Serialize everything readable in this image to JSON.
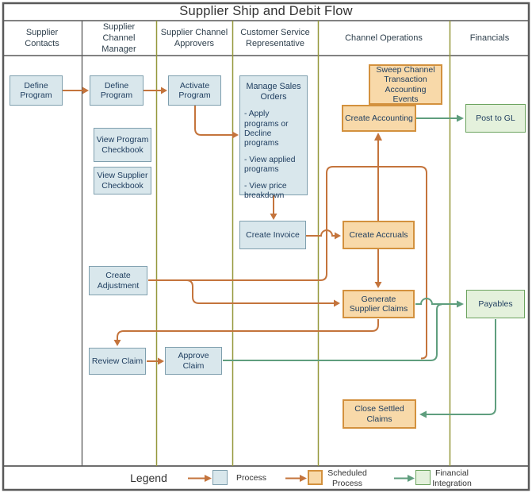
{
  "title": "Supplier Ship and Debit Flow",
  "lanes": [
    {
      "label": "Supplier Contacts"
    },
    {
      "label": "Supplier Channel Manager"
    },
    {
      "label": "Supplier Channel Approvers"
    },
    {
      "label": "Customer Service Representative"
    },
    {
      "label": "Channel Operations"
    },
    {
      "label": "Financials"
    }
  ],
  "nodes": {
    "define_program_contacts": {
      "label": "Define Program",
      "type": "process"
    },
    "define_program_manager": {
      "label": "Define Program",
      "type": "process"
    },
    "activate_program": {
      "label": "Activate Program",
      "type": "process"
    },
    "manage_sales_orders": {
      "title": "Manage Sales Orders",
      "bullets": [
        "- Apply programs or Decline programs",
        "- View applied programs",
        "- View price breakdown"
      ],
      "type": "process"
    },
    "view_program_checkbook": {
      "label": "View Program Checkbook",
      "type": "process"
    },
    "view_supplier_checkbook": {
      "label": "View Supplier Checkbook",
      "type": "process"
    },
    "create_invoice": {
      "label": "Create Invoice",
      "type": "process"
    },
    "create_adjustment": {
      "label": "Create Adjustment",
      "type": "process"
    },
    "review_claim": {
      "label": "Review Claim",
      "type": "process"
    },
    "approve_claim": {
      "label": "Approve Claim",
      "type": "process"
    },
    "sweep_channel_events": {
      "label": "Sweep Channel Transaction Accounting Events",
      "type": "scheduled"
    },
    "create_accounting": {
      "label": "Create Accounting",
      "type": "scheduled"
    },
    "create_accruals": {
      "label": "Create Accruals",
      "type": "scheduled"
    },
    "generate_supplier_claims": {
      "label": "Generate Supplier Claims",
      "type": "scheduled"
    },
    "close_settled_claims": {
      "label": "Close Settled Claims",
      "type": "scheduled"
    },
    "post_to_gl": {
      "label": "Post to GL",
      "type": "financial"
    },
    "payables": {
      "label": "Payables",
      "type": "financial"
    }
  },
  "legend": {
    "title": "Legend",
    "items": [
      {
        "label": "Process",
        "type": "process"
      },
      {
        "label": "Scheduled Process",
        "type": "scheduled"
      },
      {
        "label": "Financial Integration",
        "type": "financial"
      }
    ]
  },
  "colors": {
    "process_fill": "#d9e7ec",
    "process_border": "#7f9fae",
    "scheduled_fill": "#f8d9a9",
    "scheduled_border": "#d3913e",
    "financial_fill": "#e4f1dc",
    "financial_border": "#6ba35e",
    "orange_arrow": "#c4743c",
    "green_arrow": "#5f9e7e",
    "lane_line": "#95983b",
    "frame_line": "#595959"
  }
}
